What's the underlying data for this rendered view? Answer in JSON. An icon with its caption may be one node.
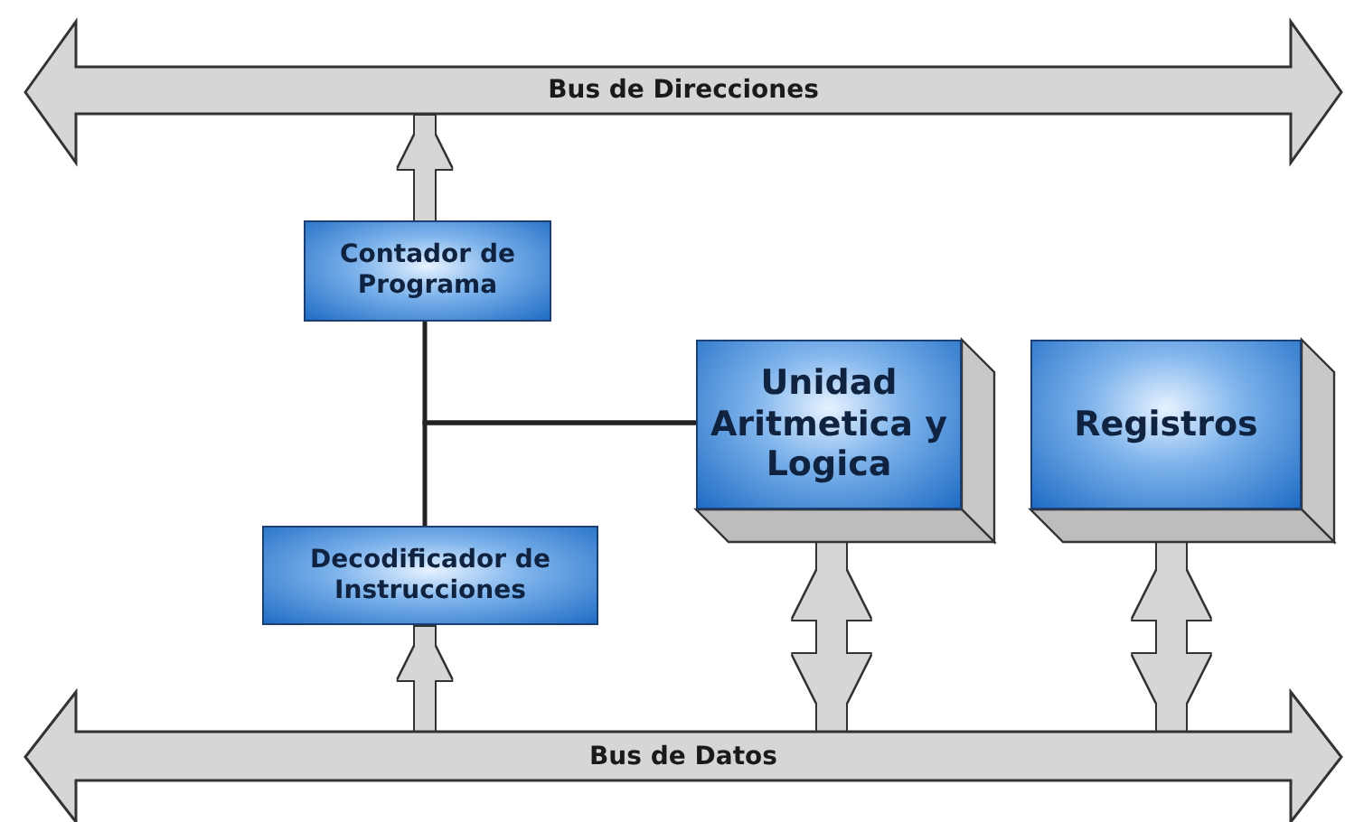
{
  "diagram": {
    "nodes": [
      {
        "text": [
          "Bus de Direcciones"
        ]
      },
      {
        "text": [
          "Contador de Programa"
        ]
      },
      {
        "text": [
          "Unidad Aritmetica y Logica"
        ]
      },
      {
        "text": [
          "Registros"
        ]
      },
      {
        "text": [
          "Decodificador de Instrucciones"
        ]
      },
      {
        "text": [
          "Bus de Datos"
        ]
      }
    ],
    "edges": [
      {
        "from": 1,
        "to": 0,
        "arrow": "to"
      },
      {
        "from": 5,
        "to": 4,
        "arrow": "to"
      },
      {
        "from": 2,
        "to": 5,
        "arrow": "both"
      },
      {
        "from": 3,
        "to": 5,
        "arrow": "both"
      },
      {
        "from": 2,
        "to": 1,
        "arrow": "none",
        "color": "#222222"
      },
      {
        "from": 2,
        "to": 4,
        "arrow": "none",
        "color": "#222222"
      }
    ]
  }
}
